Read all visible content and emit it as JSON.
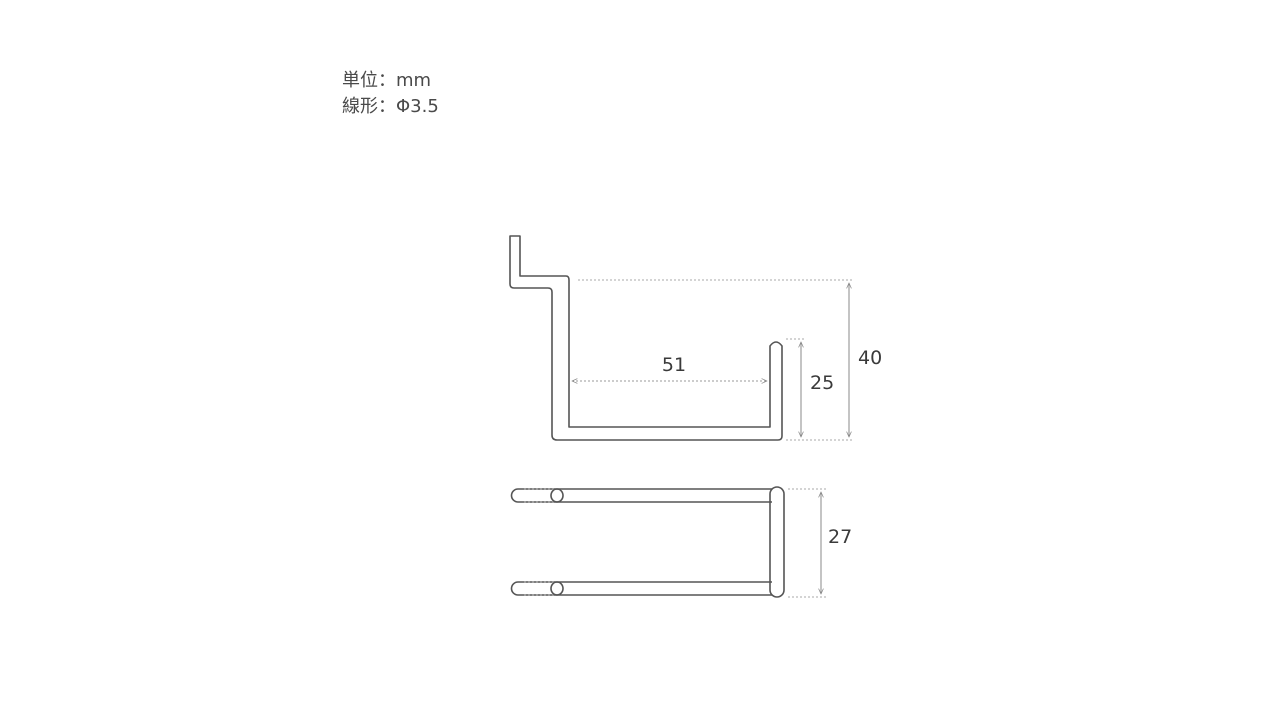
{
  "spec": {
    "unit_label": "単位",
    "unit_sep": "：",
    "unit_value": "mm",
    "wire_label": "線形",
    "wire_sep": "：",
    "wire_value": "Φ3.5"
  },
  "dimensions": {
    "inner_width": "51",
    "total_height": "40",
    "inner_height": "25",
    "depth": "27"
  },
  "colors": {
    "outline": "#555555",
    "dimension_line": "#999999",
    "text": "#4a4a4a"
  }
}
